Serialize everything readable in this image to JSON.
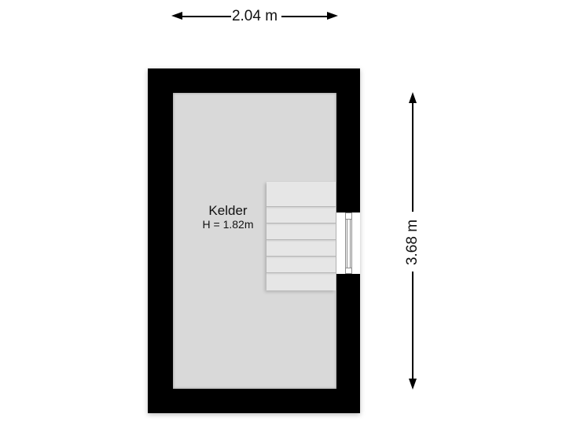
{
  "floorplan": {
    "room": {
      "name": "Kelder",
      "height_label": "H = 1.82m"
    },
    "dimensions": {
      "width": {
        "label": "2.04 m"
      },
      "depth": {
        "label": "3.68 m"
      }
    },
    "colors": {
      "wall": "#000000",
      "floor": "#d9d9d9",
      "stairs": "#e6e6e6",
      "background": "#ffffff"
    },
    "stairs": {
      "steps": 6
    }
  }
}
